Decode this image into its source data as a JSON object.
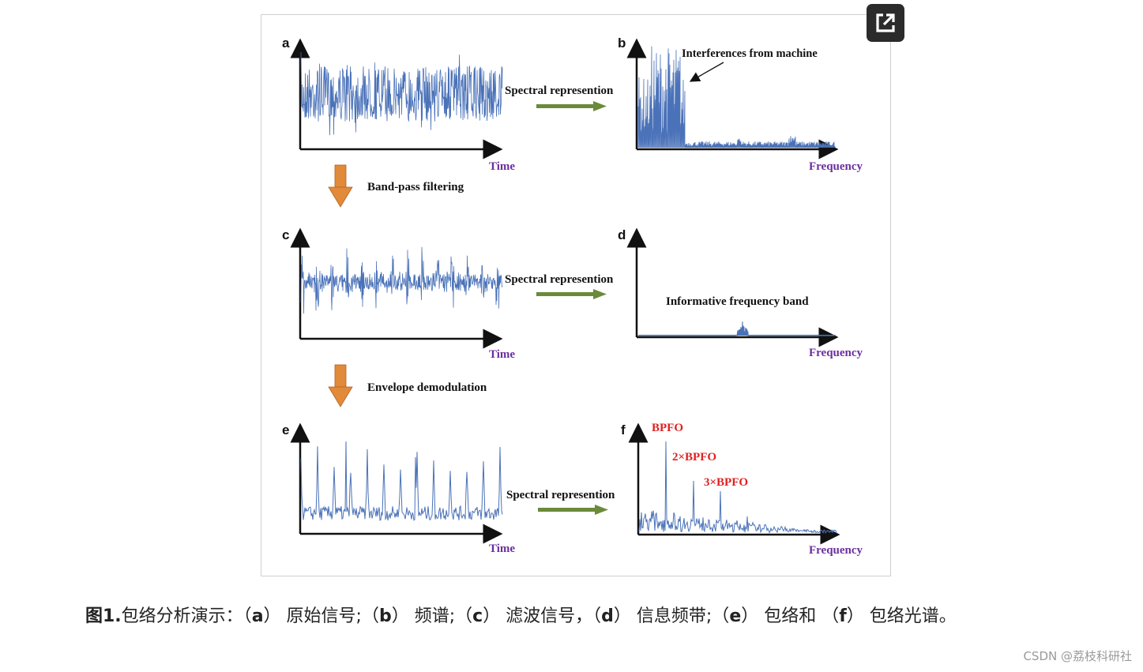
{
  "figure": {
    "panels": [
      {
        "id": "a",
        "letter": "a",
        "x_label": "Time"
      },
      {
        "id": "b",
        "letter": "b",
        "x_label": "Frequency",
        "annotation": "Interferences from machine"
      },
      {
        "id": "c",
        "letter": "c",
        "x_label": "Time"
      },
      {
        "id": "d",
        "letter": "d",
        "x_label": "Frequency",
        "annotation": "Informative frequency band"
      },
      {
        "id": "e",
        "letter": "e",
        "x_label": "Time"
      },
      {
        "id": "f",
        "letter": "f",
        "x_label": "Frequency",
        "peaks": [
          "BPFO",
          "2×BPFO",
          "3×BPFO"
        ]
      }
    ],
    "arrows": {
      "spectral_label": "Spectral represention",
      "bandpass_label": "Band-pass filtering",
      "envelope_label": "Envelope demodulation"
    },
    "colors": {
      "signal": "#4a72b8",
      "axis_label": "#6b2fa0",
      "peak_label": "#e02020",
      "arrow_green": "#6b8a3a",
      "arrow_orange": "#e08a3a"
    }
  },
  "caption": {
    "prefix": "图1.",
    "text_parts": [
      {
        "t": "包络分析演示：（",
        "b": false
      },
      {
        "t": "a",
        "b": true
      },
      {
        "t": "） 原始信号;（",
        "b": false
      },
      {
        "t": "b",
        "b": true
      },
      {
        "t": "） 频谱;（",
        "b": false
      },
      {
        "t": "c",
        "b": true
      },
      {
        "t": "） 滤波信号，（",
        "b": false
      },
      {
        "t": "d",
        "b": true
      },
      {
        "t": "） 信息频带;（",
        "b": false
      },
      {
        "t": "e",
        "b": true
      },
      {
        "t": "） 包络和 （",
        "b": false
      },
      {
        "t": "f",
        "b": true
      },
      {
        "t": "） 包络光谱。",
        "b": false
      }
    ]
  },
  "watermark": "CSDN @荔枝科研社",
  "expand_icon": "external-link-icon"
}
